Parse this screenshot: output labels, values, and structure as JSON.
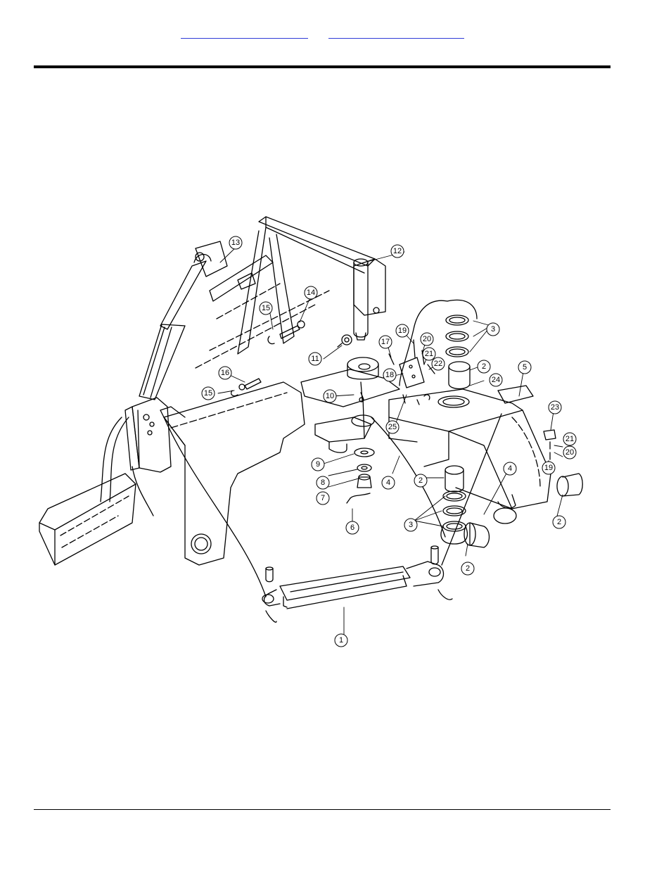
{
  "header": {
    "links": [
      "",
      ""
    ]
  },
  "diagram": {
    "callouts": [
      "1",
      "2",
      "2",
      "2",
      "2",
      "3",
      "3",
      "4",
      "4",
      "5",
      "6",
      "7",
      "8",
      "9",
      "10",
      "11",
      "12",
      "13",
      "14",
      "15",
      "15",
      "16",
      "17",
      "18",
      "19",
      "19",
      "20",
      "20",
      "21",
      "21",
      "22",
      "23",
      "24",
      "25"
    ]
  }
}
